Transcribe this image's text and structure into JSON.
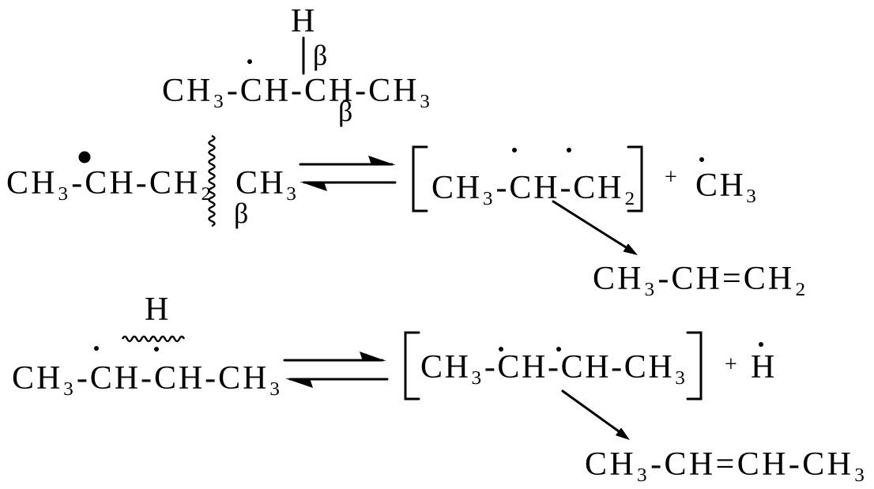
{
  "diagram": {
    "top_molecule": {
      "h_label": "H",
      "beta_upper": "β",
      "formula": "CH₃-CH-CH-CH₃",
      "beta_lower": "β"
    },
    "reaction_1": {
      "reactant_formula": "CH₃-CH-CH₂",
      "cleaved_group": "CH₃",
      "beta": "β",
      "intermediate": "CH₃-CH-CH₂",
      "plus": "+",
      "radical": "CH₃",
      "product": "CH₃-CH=CH₂"
    },
    "reaction_2": {
      "h_label": "H",
      "reactant_formula": "CH₃-CH-CH-CH₃",
      "intermediate": "CH₃-CH-CH-CH₃",
      "plus": "+",
      "radical": "H",
      "product": "CH₃-CH=CH-CH₃"
    }
  }
}
